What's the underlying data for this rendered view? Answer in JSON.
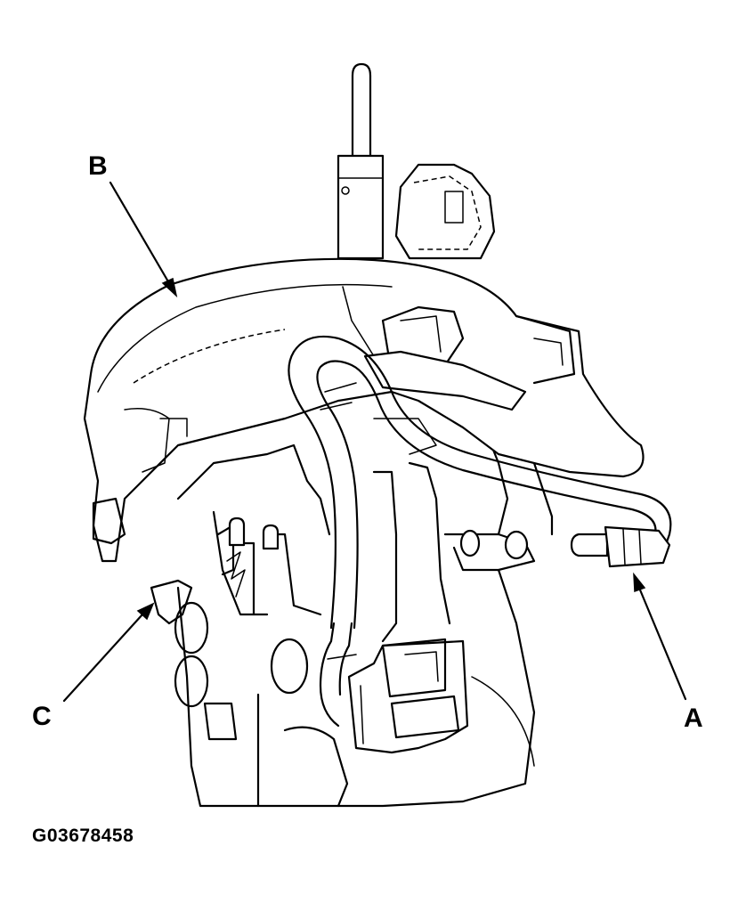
{
  "callouts": {
    "a": "A",
    "b": "B",
    "c": "C"
  },
  "figure_id": "G03678458"
}
